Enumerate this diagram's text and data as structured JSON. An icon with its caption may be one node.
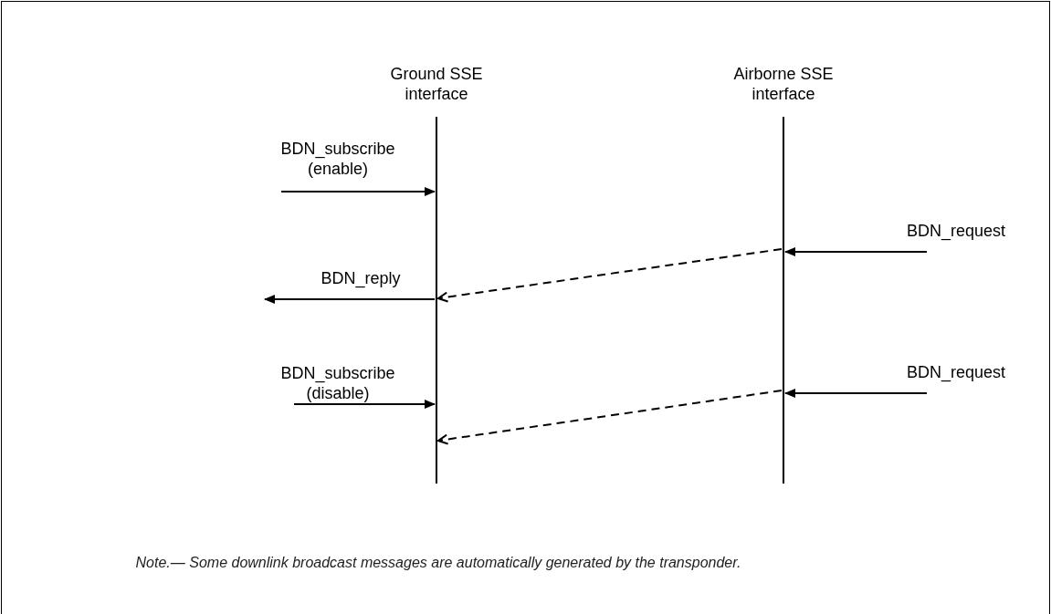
{
  "diagram": {
    "caption": "Note.— Some downlink broadcast messages are automatically generated by the transponder.",
    "nodes": [
      {
        "text": [
          "Ground SSE interface"
        ]
      },
      {
        "text": [
          "Airborne SSE interface"
        ]
      }
    ],
    "edges": [
      {
        "from": null,
        "to": 0,
        "arrow": "to",
        "label": "BDN_subscribe (enable)"
      },
      {
        "from": null,
        "to": 1,
        "arrow": "to",
        "label": "BDN_request"
      },
      {
        "from": 1,
        "to": 0,
        "arrow": "to",
        "style": "dashed"
      },
      {
        "from": 0,
        "to": null,
        "arrow": "to",
        "label": "BDN_reply"
      },
      {
        "from": null,
        "to": 0,
        "arrow": "to",
        "label": "BDN_subscribe (disable)"
      },
      {
        "from": null,
        "to": 1,
        "arrow": "to",
        "label": "BDN_request"
      },
      {
        "from": 1,
        "to": 0,
        "arrow": "to",
        "style": "dashed"
      }
    ]
  }
}
